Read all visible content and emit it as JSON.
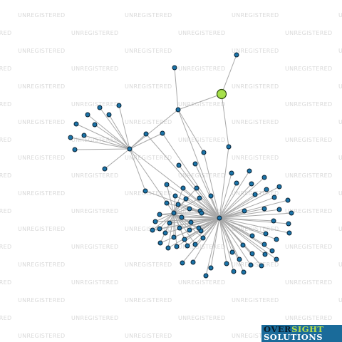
{
  "watermark": {
    "text": "UNREGISTERED",
    "color": "#d9d9d9"
  },
  "logo": {
    "part1": "OVER",
    "part2": "SIGHT",
    "line2": "SOLUTIONS",
    "background": "#1a6b9a",
    "accent": "#b8e04a"
  },
  "graph": {
    "node_color": "#1a73a8",
    "highlight_color": "#a6e04a",
    "edge_color": "#a8a8a8",
    "node_count": 97,
    "highlighted_node_count": 1
  }
}
